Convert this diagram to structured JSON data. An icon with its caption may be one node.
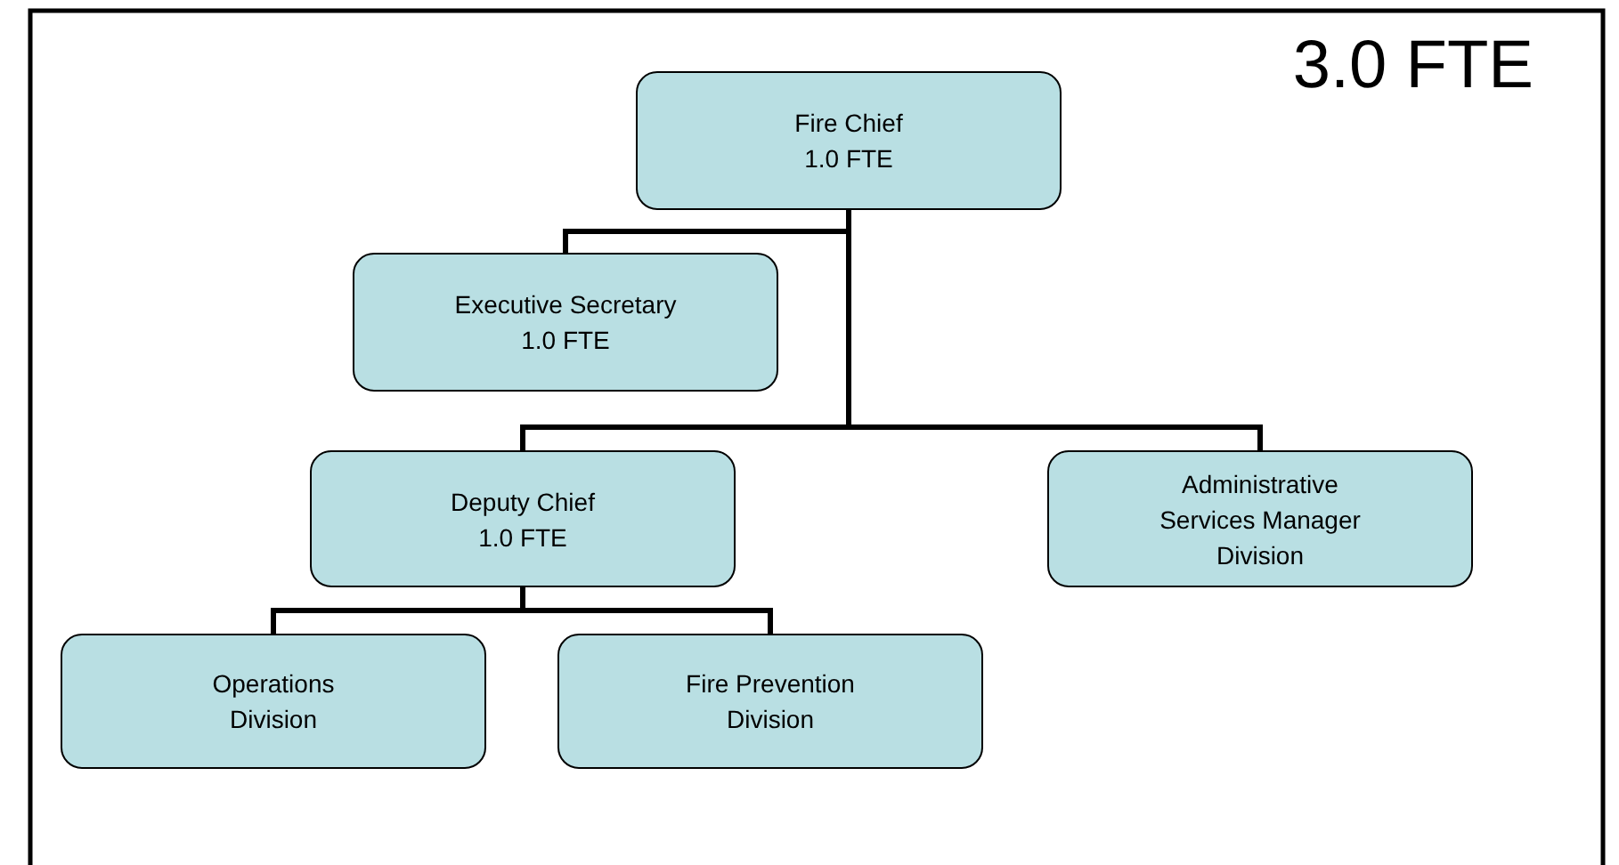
{
  "diagram": {
    "nodes": [
      {
        "text": [
          "Fire Chief",
          "1.0 FTE"
        ]
      },
      {
        "text": [
          "Executive Secretary",
          "1.0 FTE"
        ]
      },
      {
        "text": [
          "Deputy Chief",
          "1.0 FTE"
        ]
      },
      {
        "text": [
          "Administrative Services Manager Division"
        ]
      },
      {
        "text": [
          "Operations Division"
        ]
      },
      {
        "text": [
          "Fire Prevention Division"
        ]
      }
    ],
    "edges": [
      {
        "from": 0,
        "to": 1,
        "arrow": "none"
      },
      {
        "from": 0,
        "to": 2,
        "arrow": "none"
      },
      {
        "from": 0,
        "to": 3,
        "arrow": "none"
      },
      {
        "from": 2,
        "to": 4,
        "arrow": "none"
      },
      {
        "from": 2,
        "to": 5,
        "arrow": "none"
      }
    ],
    "labels": [
      "3.0 FTE"
    ]
  }
}
